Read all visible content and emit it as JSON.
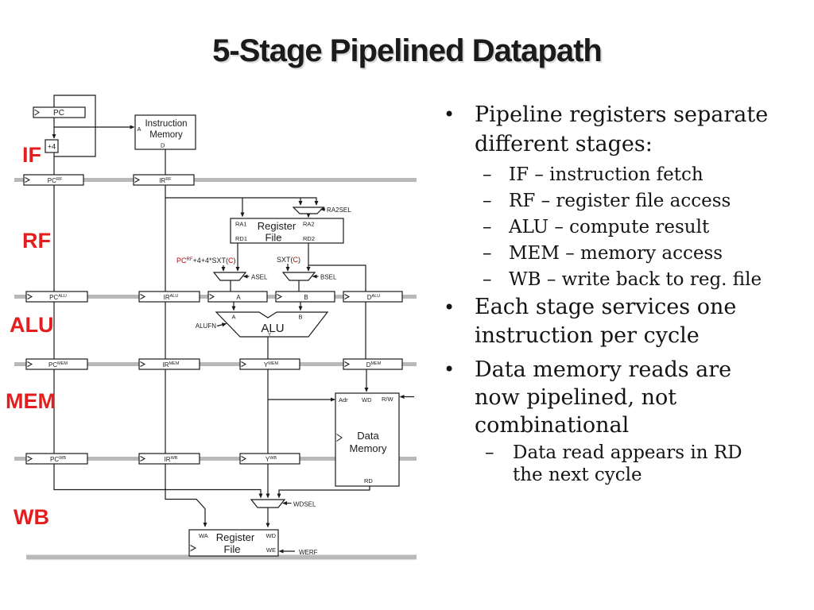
{
  "title": "5-Stage Pipelined Datapath",
  "bullets": {
    "marker": "•",
    "dash": "–",
    "b1_lines": [
      "Pipeline registers separate",
      "different stages:"
    ],
    "b1_subs": [
      "IF – instruction fetch",
      "RF – register file access",
      "ALU – compute result",
      "MEM – memory access",
      "WB – write back to reg. file"
    ],
    "b2_lines": [
      "Each stage services one",
      "instruction per cycle"
    ],
    "b3_lines": [
      "Data memory reads are",
      "now pipelined, not",
      "combinational"
    ],
    "b4_sub_lines": [
      "Data read appears in RD",
      "the next cycle"
    ]
  },
  "stages": {
    "if": "IF",
    "rf": "RF",
    "alu": "ALU",
    "mem": "MEM",
    "wb": "WB"
  },
  "diagram": {
    "pc": "PC",
    "plus4": "+4",
    "imem": {
      "l1": "Instruction",
      "l2": "Memory",
      "a": "A",
      "d": "D"
    },
    "regs": {
      "pc_rf": {
        "b": "PC",
        "s": "RF"
      },
      "ir_rf": {
        "b": "IR",
        "s": "RF"
      },
      "pc_alu": {
        "b": "PC",
        "s": "ALU"
      },
      "ir_alu": {
        "b": "IR",
        "s": "ALU"
      },
      "a": {
        "b": "A",
        "s": ""
      },
      "bb": {
        "b": "B",
        "s": ""
      },
      "d_alu": {
        "b": "D",
        "s": "ALU"
      },
      "pc_mem": {
        "b": "PC",
        "s": "MEM"
      },
      "ir_mem": {
        "b": "IR",
        "s": "MEM"
      },
      "y_mem": {
        "b": "Y",
        "s": "MEM"
      },
      "d_mem": {
        "b": "D",
        "s": "MEM"
      },
      "pc_wb": {
        "b": "PC",
        "s": "WB"
      },
      "ir_wb": {
        "b": "IR",
        "s": "WB"
      },
      "y_wb": {
        "b": "Y",
        "s": "WB"
      }
    },
    "regfile": {
      "l1": "Register",
      "l2": "File",
      "ra1": "RA1",
      "ra2": "RA2",
      "rd1": "RD1",
      "rd2": "RD2"
    },
    "alu": {
      "label": "ALU",
      "a": "A",
      "b": "B",
      "y": "Y",
      "fn": "ALUFN"
    },
    "dmem": {
      "l1": "Data",
      "l2": "Memory",
      "adr": "Adr",
      "wd": "WD",
      "rw": "R/W",
      "rd": "RD"
    },
    "wb_regfile": {
      "l1": "Register",
      "l2": "File",
      "wa": "WA",
      "wd": "WD",
      "we": "WE"
    },
    "sel": {
      "ra2sel": "RA2SEL",
      "asel": "ASEL",
      "bsel": "BSEL",
      "wdsel": "WDSEL",
      "werf": "WERF"
    },
    "f1": {
      "p1": "PC",
      "sup": "RF",
      "p2": "+4+4*SXT(",
      "c": "C",
      "p3": ")"
    },
    "f2": {
      "p1": "SXT(",
      "c": "C",
      "p2": ")"
    }
  }
}
